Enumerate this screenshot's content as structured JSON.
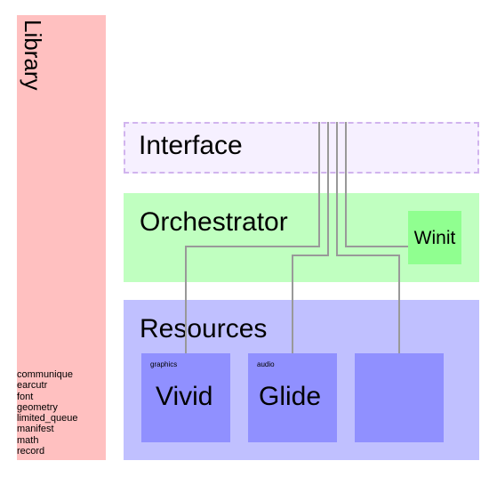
{
  "library": {
    "title": "Library",
    "items": [
      "communique",
      "earcutr",
      "font",
      "geometry",
      "limited_queue",
      "manifest",
      "math",
      "record"
    ]
  },
  "interface": {
    "title": "Interface"
  },
  "orchestrator": {
    "title": "Orchestrator",
    "winit": "Winit"
  },
  "resources": {
    "title": "Resources",
    "boxes": [
      {
        "tag": "graphics",
        "name": "Vivid"
      },
      {
        "tag": "audio",
        "name": "Glide"
      },
      {
        "tag": "",
        "name": ""
      }
    ]
  },
  "colors": {
    "library": "#ffc0c0",
    "interface": "#f6f0ff",
    "interface_border": "#d1b4ee",
    "orchestrator": "#c0ffc0",
    "winit": "#90ff90",
    "resources": "#c0c0ff",
    "resource_box": "#9090ff",
    "connector": "#999999"
  }
}
